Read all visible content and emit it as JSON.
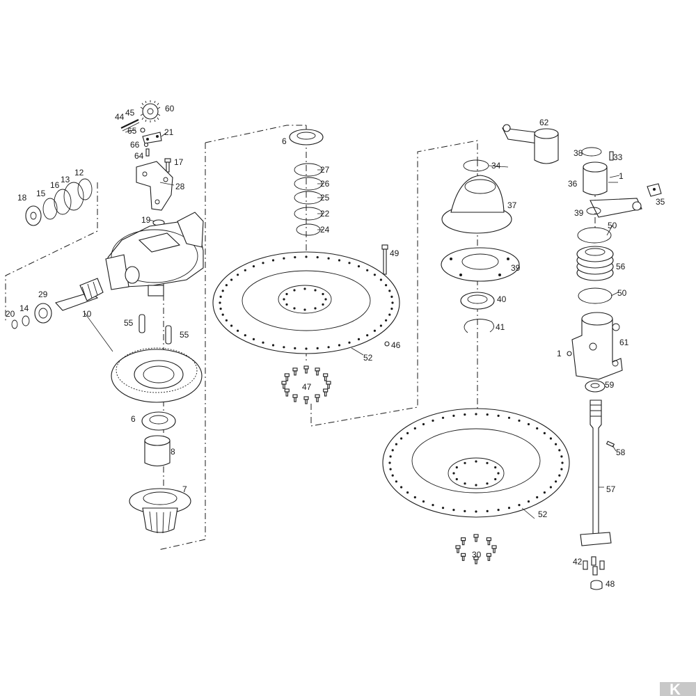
{
  "diagram": {
    "part_numbers": {
      "p60": "60",
      "p45": "45",
      "p44": "44",
      "p65": "65",
      "p21": "21",
      "p66": "66",
      "p64": "64",
      "p17": "17",
      "p28": "28",
      "p19": "19",
      "p18": "18",
      "p15": "15",
      "p16": "16",
      "p13": "13",
      "p12": "12",
      "p20": "20",
      "p14": "14",
      "p29": "29",
      "p10": "10",
      "p55a": "55",
      "p55b": "55",
      "p6a": "6",
      "p8": "8",
      "p7": "7",
      "p6b": "6",
      "p27": "27",
      "p26": "26",
      "p25": "25",
      "p22": "22",
      "p24": "24",
      "p49": "49",
      "p46": "46",
      "p52a": "52",
      "p47": "47",
      "p34": "34",
      "p37": "37",
      "p39a": "39",
      "p40": "40",
      "p41": "41",
      "p52b": "52",
      "p30": "30",
      "p62": "62",
      "p38": "38",
      "p33": "33",
      "p1a": "1",
      "p36": "36",
      "p35": "35",
      "p39b": "39",
      "p50a": "50",
      "p56": "56",
      "p50b": "50",
      "p61": "61",
      "p1b": "1",
      "p59": "59",
      "p58": "58",
      "p57": "57",
      "p42": "42",
      "p48": "48"
    },
    "logo_letter": "K"
  },
  "colors": {
    "ink": "#1a1a1a",
    "paper": "#ffffff",
    "logo_bg": "#c8c8c8"
  }
}
